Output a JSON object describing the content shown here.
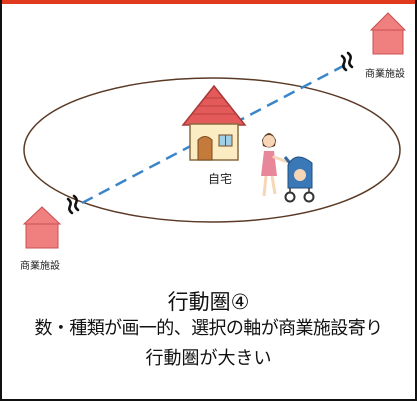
{
  "labels": {
    "commercial_top_right": "商業施設",
    "commercial_bottom_left": "商業施設",
    "home": "自宅"
  },
  "caption": {
    "title": "行動圏④",
    "line1": "数・種類が画一的、選択の軸が商業施設寄り",
    "line2": "行動圏が大きい"
  },
  "colors": {
    "accent_bar": "#e03a1e",
    "shop_fill": "#f08080",
    "dashed_line": "#3a86c8",
    "ellipse_stroke": "#5a3a25"
  }
}
